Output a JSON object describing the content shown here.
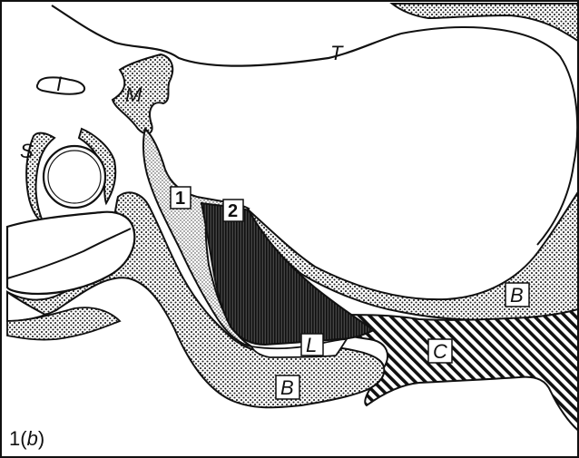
{
  "figure": {
    "number": "1",
    "panel": "b"
  },
  "labels": {
    "T": "T",
    "M": "M",
    "I": "I",
    "S": "S",
    "one": "1",
    "two": "2",
    "L": "L",
    "B_upper": "B",
    "B_lower": "B",
    "C": "C"
  }
}
